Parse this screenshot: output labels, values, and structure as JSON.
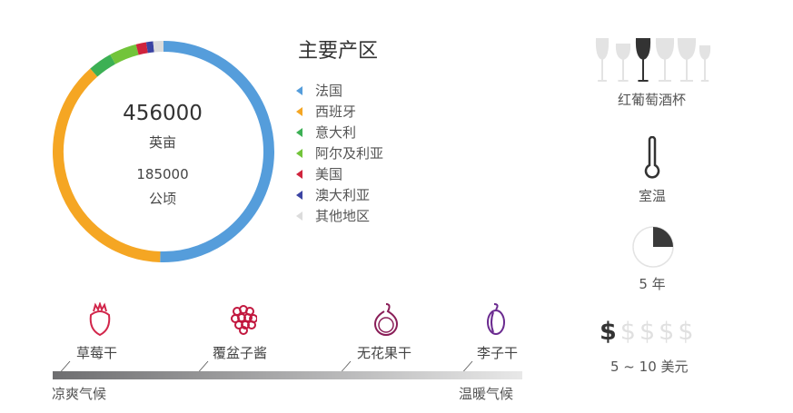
{
  "chart_data": {
    "type": "pie",
    "title": "主要产区",
    "unit": "percent",
    "categories": [
      "法国",
      "西班牙",
      "意大利",
      "阿尔及利亚",
      "美国",
      "澳大利亚",
      "其他地区"
    ],
    "values": [
      50.5,
      38,
      3.5,
      4,
      1.5,
      1,
      1.5
    ],
    "colors": [
      "#559ddb",
      "#f5a623",
      "#3cb054",
      "#72c43a",
      "#d0243d",
      "#3b44a3",
      "#dcdcdc"
    ]
  },
  "center": {
    "acres": "456000",
    "acres_unit": "英亩",
    "hectares": "185000",
    "hectares_unit": "公顷"
  },
  "glass": {
    "label": "红葡萄酒杯",
    "selected_index": 2
  },
  "temperature": {
    "label": "室温"
  },
  "aging": {
    "label": "5 年",
    "fraction": 0.25
  },
  "price": {
    "label": "5 ~ 10 美元",
    "level": 1,
    "max": 5,
    "symbol": "$"
  },
  "flavors": [
    {
      "label": "草莓干",
      "color": "#d2264b"
    },
    {
      "label": "覆盆子酱",
      "color": "#c2183f"
    },
    {
      "label": "无花果干",
      "color": "#8a1e58"
    },
    {
      "label": "李子干",
      "color": "#6a2a8f"
    }
  ],
  "scale": {
    "left": "凉爽气候",
    "right": "温暖气候"
  }
}
